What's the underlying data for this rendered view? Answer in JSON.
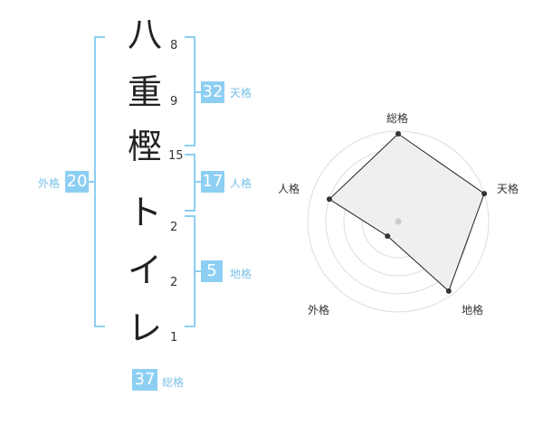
{
  "characters": [
    {
      "char": "八",
      "strokes": "8"
    },
    {
      "char": "重",
      "strokes": "9"
    },
    {
      "char": "樫",
      "strokes": "15"
    },
    {
      "char": "ト",
      "strokes": "2"
    },
    {
      "char": "イ",
      "strokes": "2"
    },
    {
      "char": "レ",
      "strokes": "1"
    }
  ],
  "scores": {
    "tenkaku": {
      "value": "32",
      "label": "天格"
    },
    "jinkaku": {
      "value": "17",
      "label": "人格"
    },
    "chikaku": {
      "value": "5",
      "label": "地格"
    },
    "gaikaku": {
      "value": "20",
      "label": "外格"
    },
    "soukaku": {
      "value": "37",
      "label": "総格"
    }
  },
  "radar": {
    "axes": [
      "総格",
      "天格",
      "地格",
      "外格",
      "人格"
    ],
    "values": [
      0.97,
      1.0,
      0.95,
      0.2,
      0.8
    ],
    "fill_color": "#efefef",
    "line_color": "#222222"
  },
  "colors": {
    "accent": "#8dcff3",
    "accent_text": "#7cc1e8"
  }
}
